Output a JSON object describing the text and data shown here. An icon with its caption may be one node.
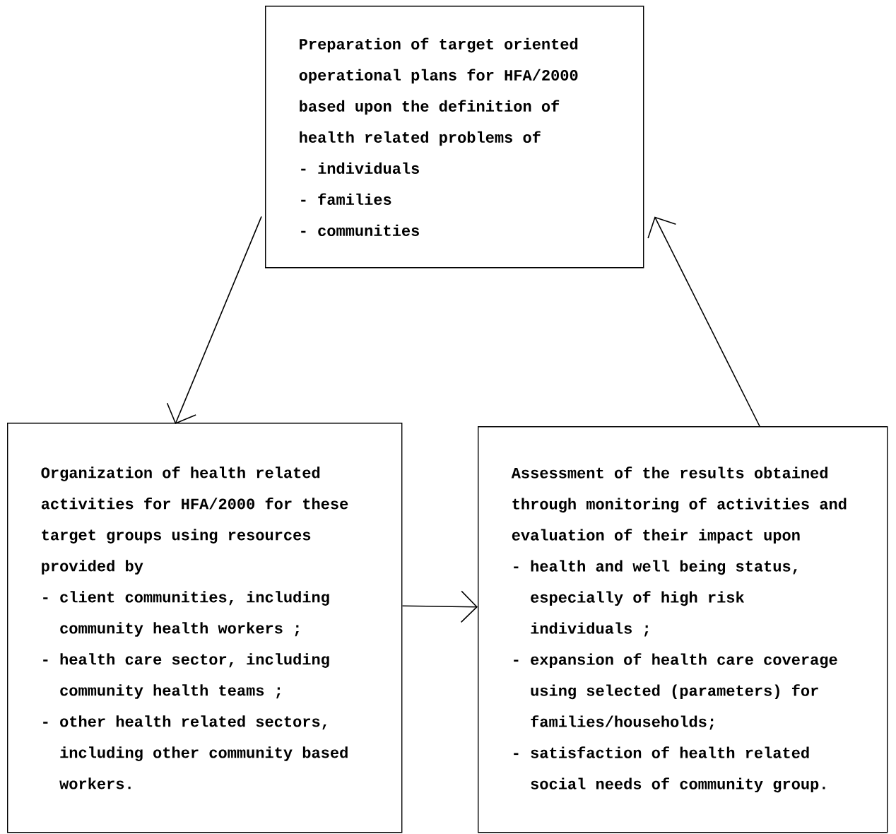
{
  "diagram": {
    "nodes": [
      {
        "text": [
          "Preparation of target oriented operational plans for HFA/2000 based upon the definition of health related problems of",
          "- individuals",
          "- families",
          "- communities"
        ]
      },
      {
        "text": [
          "Organization of health related activities for HFA/2000 for these target groups using resources provided by",
          "- client communities, including community health workers ;",
          "- health care sector, including community health teams ;",
          "- other health related sectors, including other community based workers."
        ]
      },
      {
        "text": [
          "Assessment of the results obtained through monitoring of activities and evaluation of their impact upon",
          "- health and well being status, especially of high risk individuals ;",
          "- expansion of health care coverage using selected (parameters) for families/households;",
          "- satisfaction of health related social needs of community group."
        ]
      }
    ],
    "edges": [
      {
        "from": 0,
        "to": 1,
        "arrow": "to"
      },
      {
        "from": 1,
        "to": 2,
        "arrow": "to"
      },
      {
        "from": 2,
        "to": 0,
        "arrow": "to"
      }
    ]
  }
}
